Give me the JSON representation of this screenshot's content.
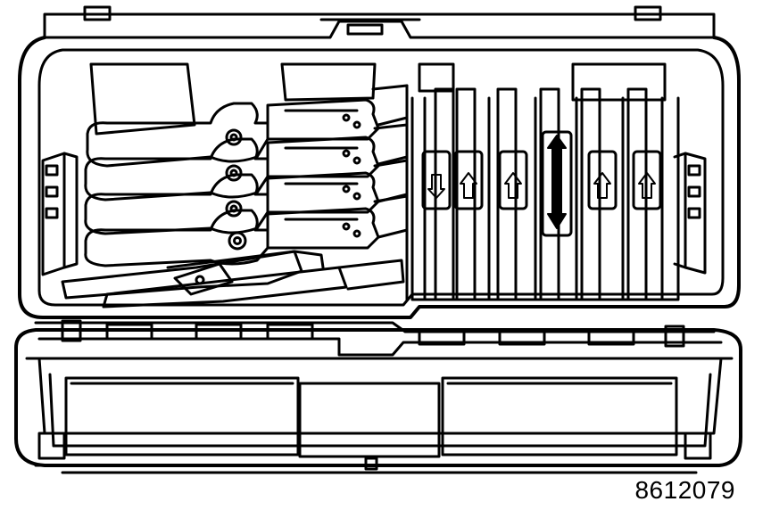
{
  "figure": {
    "number": "8612079"
  },
  "colors": {
    "ink": "#000000",
    "paper": "#ffffff"
  },
  "slots": {
    "arrows": [
      "down",
      "up",
      "up",
      "up-down",
      "up",
      "up"
    ]
  }
}
